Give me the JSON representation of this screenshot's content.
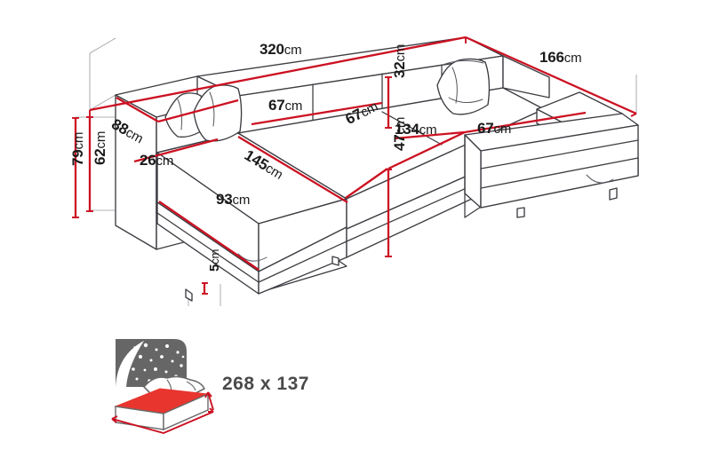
{
  "diagram": {
    "title": "Sectional sofa bed dimension drawing",
    "product_type": "U-shaped corner sofa bed with storage",
    "background_color": "#ffffff",
    "dimension_line_color": "#cc1122",
    "outline_color": "#3c3c42",
    "guide_line_color": "#9a9aa0",
    "label_text_color": "#1a1a1a",
    "unit": "cm"
  },
  "dimensions": {
    "overall_width": {
      "value": "320",
      "unit": "cm",
      "name": "overall-width"
    },
    "overall_depth": {
      "value": "166",
      "unit": "cm",
      "name": "overall-depth"
    },
    "total_height": {
      "value": "79",
      "unit": "cm",
      "name": "total-height"
    },
    "backrest_height": {
      "value": "62",
      "unit": "cm",
      "name": "backrest-height"
    },
    "armrest_depth": {
      "value": "88",
      "unit": "cm",
      "name": "armrest-depth"
    },
    "armrest_width": {
      "value": "26",
      "unit": "cm",
      "name": "armrest-width"
    },
    "left_chaise_length": {
      "value": "145",
      "unit": "cm",
      "name": "left-chaise-length"
    },
    "left_seat_width": {
      "value": "93",
      "unit": "cm",
      "name": "left-seat-width"
    },
    "seat_module_a": {
      "value": "67",
      "unit": "cm",
      "name": "seat-module-a"
    },
    "seat_module_b": {
      "value": "67",
      "unit": "cm",
      "name": "seat-module-b"
    },
    "seat_module_c": {
      "value": "67",
      "unit": "cm",
      "name": "seat-module-c"
    },
    "backrest_cushion_height": {
      "value": "32",
      "unit": "cm",
      "name": "backrest-cushion-height"
    },
    "corner_seat_width": {
      "value": "134",
      "unit": "cm",
      "name": "corner-seat-width"
    },
    "seat_height": {
      "value": "47",
      "unit": "cm",
      "name": "seat-height"
    },
    "leg_height": {
      "value": "5",
      "unit": "cm",
      "name": "leg-height"
    }
  },
  "sleeping_area": {
    "label": "268 x 137",
    "width": "268",
    "length": "137",
    "icon_name": "sofa-bed-icon",
    "mattress_color": "#e8352e",
    "night_sky_color": "#666666"
  },
  "labels": {
    "w320": {
      "num": "320",
      "suffix": "cm"
    },
    "d166": {
      "num": "166",
      "suffix": "cm"
    },
    "h79": {
      "num": "79",
      "suffix": "cm"
    },
    "h62": {
      "num": "62",
      "suffix": "cm"
    },
    "a88": {
      "num": "88",
      "suffix": "cm"
    },
    "a26": {
      "num": "26",
      "suffix": "cm"
    },
    "l145": {
      "num": "145",
      "suffix": "cm"
    },
    "s93": {
      "num": "93",
      "suffix": "cm"
    },
    "m67a": {
      "num": "67",
      "suffix": "cm"
    },
    "m67b": {
      "num": "67",
      "suffix": "cm"
    },
    "m67c": {
      "num": "67",
      "suffix": "cm"
    },
    "b32": {
      "num": "32",
      "suffix": "cm"
    },
    "c134": {
      "num": "134",
      "suffix": "cm"
    },
    "s47": {
      "num": "47",
      "suffix": "cm"
    },
    "g5": {
      "num": "5",
      "suffix": "cm"
    },
    "bed": {
      "text": "268 x 137"
    }
  }
}
